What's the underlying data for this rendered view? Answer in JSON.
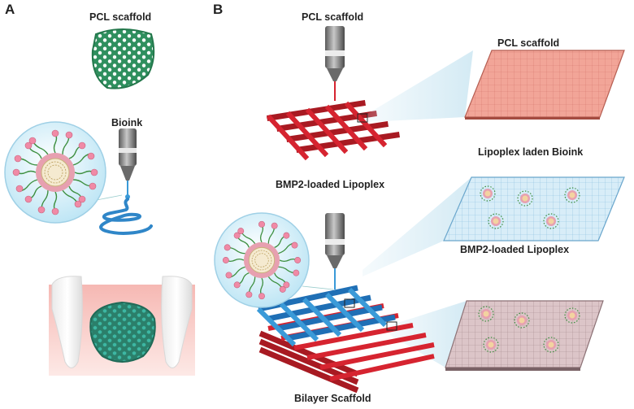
{
  "panels": {
    "a": "A",
    "b": "B"
  },
  "panel_a": {
    "scaffold_label": "PCL scaffold",
    "bioink_label": "Bioink"
  },
  "panel_b": {
    "top_printer_label": "PCL scaffold",
    "lipoplex_label_left": "BMP2-loaded Lipoplex",
    "bilayer_label": "Bilayer Scaffold",
    "sheet1_label": "PCL scaffold",
    "sheet2_label": "Lipoplex laden Bioink",
    "sheet3_label": "BMP2-loaded Lipoplex"
  },
  "colors": {
    "pcl_red": "#d62430",
    "bioink_blue": "#3a9ad8",
    "scaffold_green": "#2f8f5e",
    "gum_pink": "#f2a7a3",
    "lipoplex_ring": "#e7a0b0",
    "lipid_green": "#3d8f3f"
  }
}
